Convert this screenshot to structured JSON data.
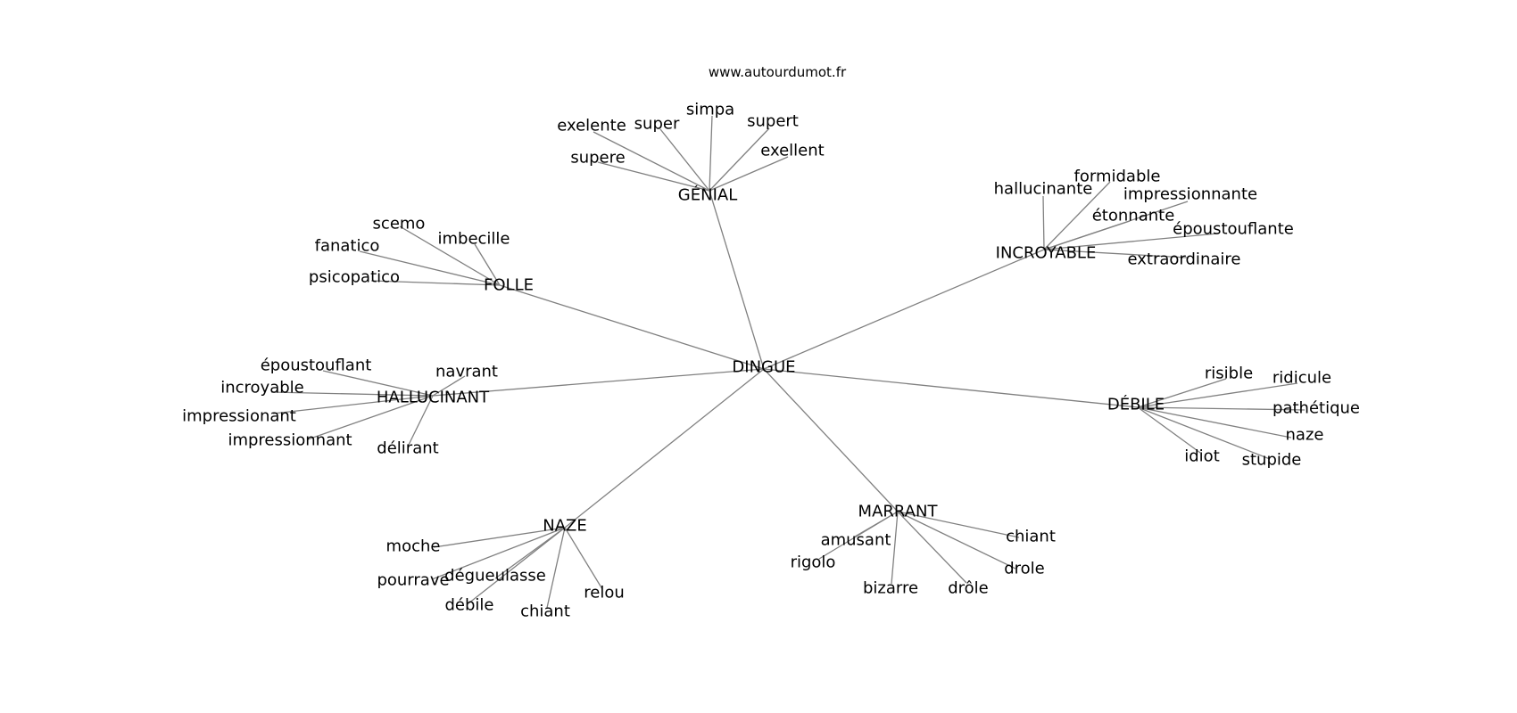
{
  "source_credit": "www.autourdumot.fr",
  "graph": {
    "center": "DINGUE",
    "hubs": [
      {
        "label": "GÉNIAL",
        "leaves": [
          "exelente",
          "super",
          "simpa",
          "supert",
          "exellent",
          "supere"
        ]
      },
      {
        "label": "INCROYABLE",
        "leaves": [
          "hallucinante",
          "formidable",
          "impressionnante",
          "étonnante",
          "époustouflante",
          "extraordinaire"
        ]
      },
      {
        "label": "FOLLE",
        "leaves": [
          "scemo",
          "imbecille",
          "fanatico",
          "psicopatico"
        ]
      },
      {
        "label": "HALLUCINANT",
        "leaves": [
          "époustouflant",
          "navrant",
          "incroyable",
          "impressionant",
          "impressionnant",
          "délirant"
        ]
      },
      {
        "label": "DÉBILE",
        "leaves": [
          "risible",
          "ridicule",
          "pathétique",
          "naze",
          "idiot",
          "stupide"
        ]
      },
      {
        "label": "NAZE",
        "leaves": [
          "moche",
          "pourrave",
          "dégueulasse",
          "débile",
          "chiant",
          "relou"
        ]
      },
      {
        "label": "MARRANT",
        "leaves": [
          "amusant",
          "rigolo",
          "bizarre",
          "drôle",
          "drole",
          "chiant"
        ]
      }
    ]
  }
}
